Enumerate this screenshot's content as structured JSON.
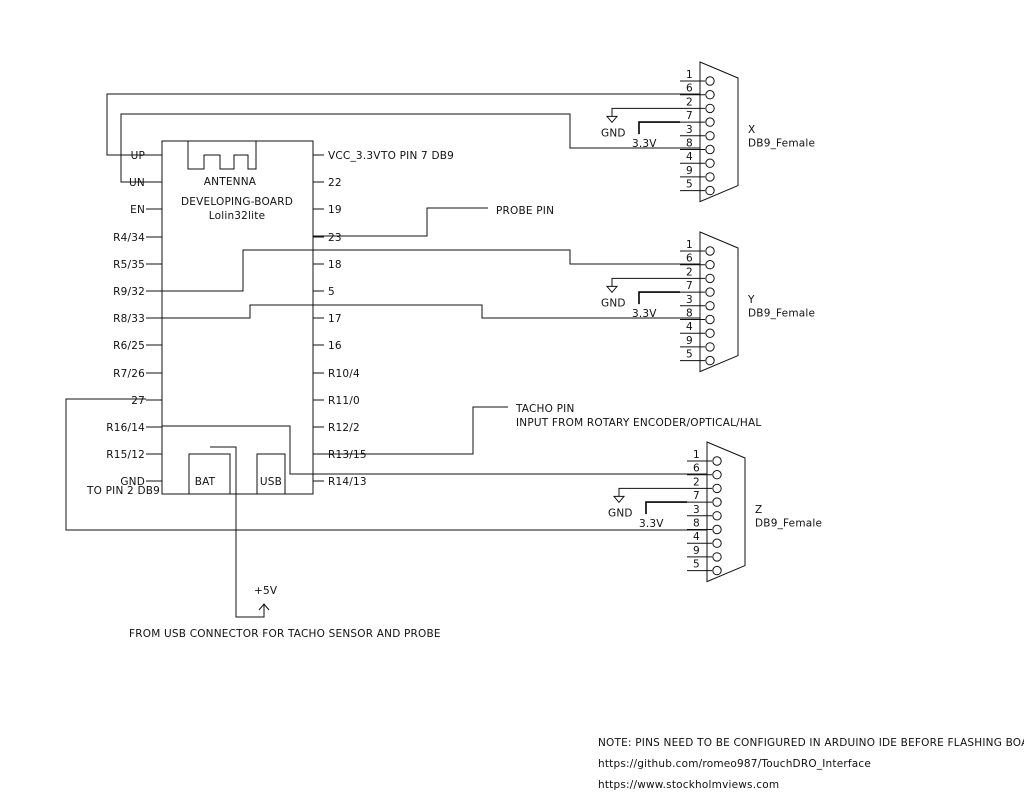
{
  "board": {
    "antenna_label": "ANTENNA",
    "name_line1": "DEVELOPING-BOARD",
    "name_line2": "Lolin32lite",
    "bat_label": "BAT",
    "usb_label": "USB",
    "left_pins": [
      "UP",
      "UN",
      "EN",
      "R4/34",
      "R5/35",
      "R9/32",
      "R8/33",
      "R6/25",
      "R7/26",
      "27",
      "R16/14",
      "R15/12",
      "GND"
    ],
    "right_pins": [
      "VCC_3.3V",
      "22",
      "19",
      "23",
      "18",
      "5",
      "17",
      "16",
      "R10/4",
      "R11/0",
      "R12/2",
      "R13/15",
      "R14/13"
    ]
  },
  "connectors": [
    {
      "axis": "X",
      "type": "DB9_Female",
      "gnd": "GND",
      "supply": "3.3V",
      "pins": [
        "1",
        "6",
        "2",
        "7",
        "3",
        "8",
        "4",
        "9",
        "5"
      ]
    },
    {
      "axis": "Y",
      "type": "DB9_Female",
      "gnd": "GND",
      "supply": "3.3V",
      "pins": [
        "1",
        "6",
        "2",
        "7",
        "3",
        "8",
        "4",
        "9",
        "5"
      ]
    },
    {
      "axis": "Z",
      "type": "DB9_Female",
      "gnd": "GND",
      "supply": "3.3V",
      "pins": [
        "1",
        "6",
        "2",
        "7",
        "3",
        "8",
        "4",
        "9",
        "5"
      ]
    }
  ],
  "labels": {
    "vcc_note": "TO PIN 7 DB9",
    "gnd_note": "TO PIN 2 DB9",
    "probe_pin": "PROBE PIN",
    "tacho_pin": "TACHO PIN",
    "tacho_input": "INPUT FROM ROTARY ENCODER/OPTICAL/HAL",
    "supply_5v": "+5V",
    "usb_note": "FROM USB CONNECTOR FOR TACHO SENSOR AND PROBE"
  },
  "notes": {
    "line1": "NOTE: PINS NEED TO BE CONFIGURED IN ARDUINO IDE BEFORE FLASHING BOARD",
    "line2": "https://github.com/romeo987/TouchDRO_Interface",
    "line3": "https://www.stockholmviews.com"
  }
}
